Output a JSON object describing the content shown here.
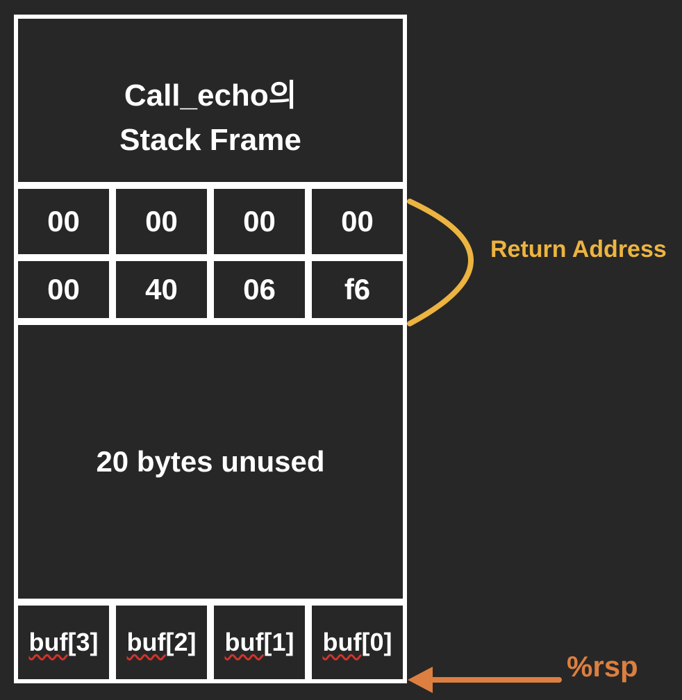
{
  "colors": {
    "background": "#272727",
    "box_border": "#FFFFFF",
    "text": "#FFFFFF",
    "brace_and_return_label": "#ECB440",
    "rsp_arrow_and_label": "#DD7F40",
    "squiggle_underline": "#D0342C"
  },
  "stack": {
    "title": {
      "line1": "Call_echo의",
      "line2": "Stack Frame"
    },
    "return_address_rows": [
      {
        "cells": [
          "00",
          "00",
          "00",
          "00"
        ]
      },
      {
        "cells": [
          "00",
          "40",
          "06",
          "f6"
        ]
      }
    ],
    "unused_label": "20 bytes unused",
    "buffer_row": {
      "cells": [
        {
          "word": "buf",
          "index": "[3]"
        },
        {
          "word": "buf",
          "index": "[2]"
        },
        {
          "word": "buf",
          "index": "[1]"
        },
        {
          "word": "buf",
          "index": "[0]"
        }
      ]
    }
  },
  "annotations": {
    "return_address": {
      "label": "Return Address"
    },
    "rsp": {
      "label": "%rsp"
    }
  }
}
